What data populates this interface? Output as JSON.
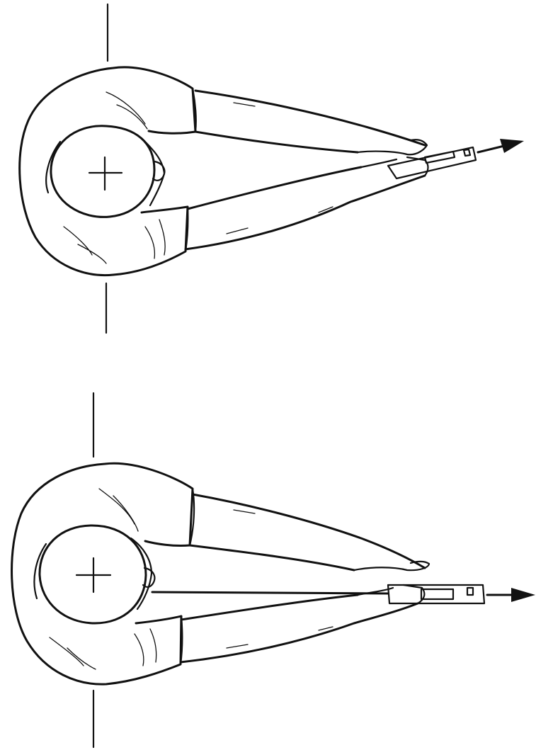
{
  "figure": {
    "panels": [
      {
        "id": "top",
        "stance": "arms-extended-angled-aim"
      },
      {
        "id": "bottom",
        "stance": "arms-extended-centerline-aim"
      }
    ],
    "ink_color": "#111111",
    "background": "#ffffff"
  }
}
